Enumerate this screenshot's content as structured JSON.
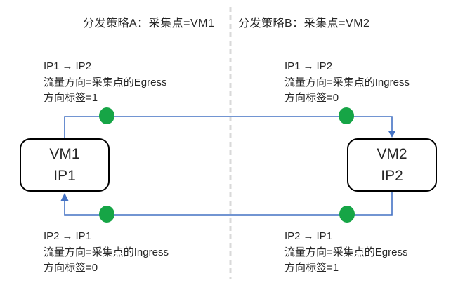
{
  "headers": {
    "policy_a": "分发策略A：采集点=VM1",
    "policy_b": "分发策略B：采集点=VM2"
  },
  "nodes": {
    "vm1": {
      "name": "VM1",
      "ip": "IP1"
    },
    "vm2": {
      "name": "VM2",
      "ip": "IP2"
    }
  },
  "flows": [
    {
      "from": "IP1",
      "arrow": "→",
      "to": "IP2",
      "direction": "流量方向=采集点的Egress",
      "tag": "方向标签=1"
    },
    {
      "from": "IP1",
      "arrow": "→",
      "to": "IP2",
      "direction": "流量方向=采集点的Ingress",
      "tag": "方向标签=0"
    },
    {
      "from": "IP2",
      "arrow": "→",
      "to": "IP1",
      "direction": "流量方向=采集点的Ingress",
      "tag": "方向标签=0"
    },
    {
      "from": "IP2",
      "arrow": "→",
      "to": "IP1",
      "direction": "流量方向=采集点的Egress",
      "tag": "方向标签=1"
    }
  ],
  "colors": {
    "connector": "#4472c4",
    "dot": "#16a546",
    "divider": "#d9d9d9",
    "box-border": "#000000",
    "text": "#262626"
  }
}
